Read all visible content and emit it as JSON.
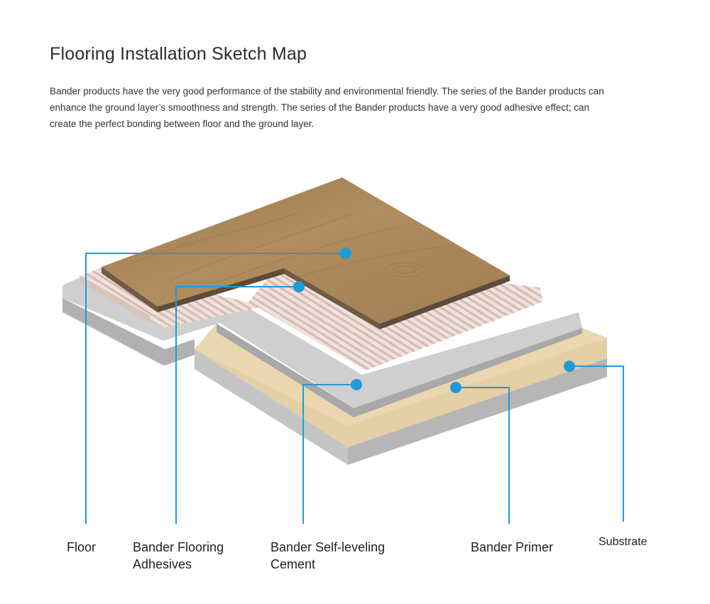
{
  "title": "Flooring Installation Sketch Map",
  "description": "Bander products have the very good performance of the stability and environmental friendly. The series of the Bander products can enhance the ground layer’s smoothness and strength. The series of the Bander products have a very good adhesive effect; can create the perfect bonding between floor and the ground layer.",
  "callouts": [
    {
      "line1": "Floor",
      "line2": ""
    },
    {
      "line1": "Bander Flooring",
      "line2": "Adhesives"
    },
    {
      "line1": "Bander Self-leveling",
      "line2": "Cement"
    },
    {
      "line1": "Bander Primer",
      "line2": ""
    },
    {
      "line1": "Substrate",
      "line2": ""
    }
  ],
  "colors": {
    "leader": "#1f9ad6",
    "wood": "#a98559",
    "cement": "#cbcbcb",
    "primer": "#e8d4ae",
    "adhesive": "#e9ddd5"
  }
}
